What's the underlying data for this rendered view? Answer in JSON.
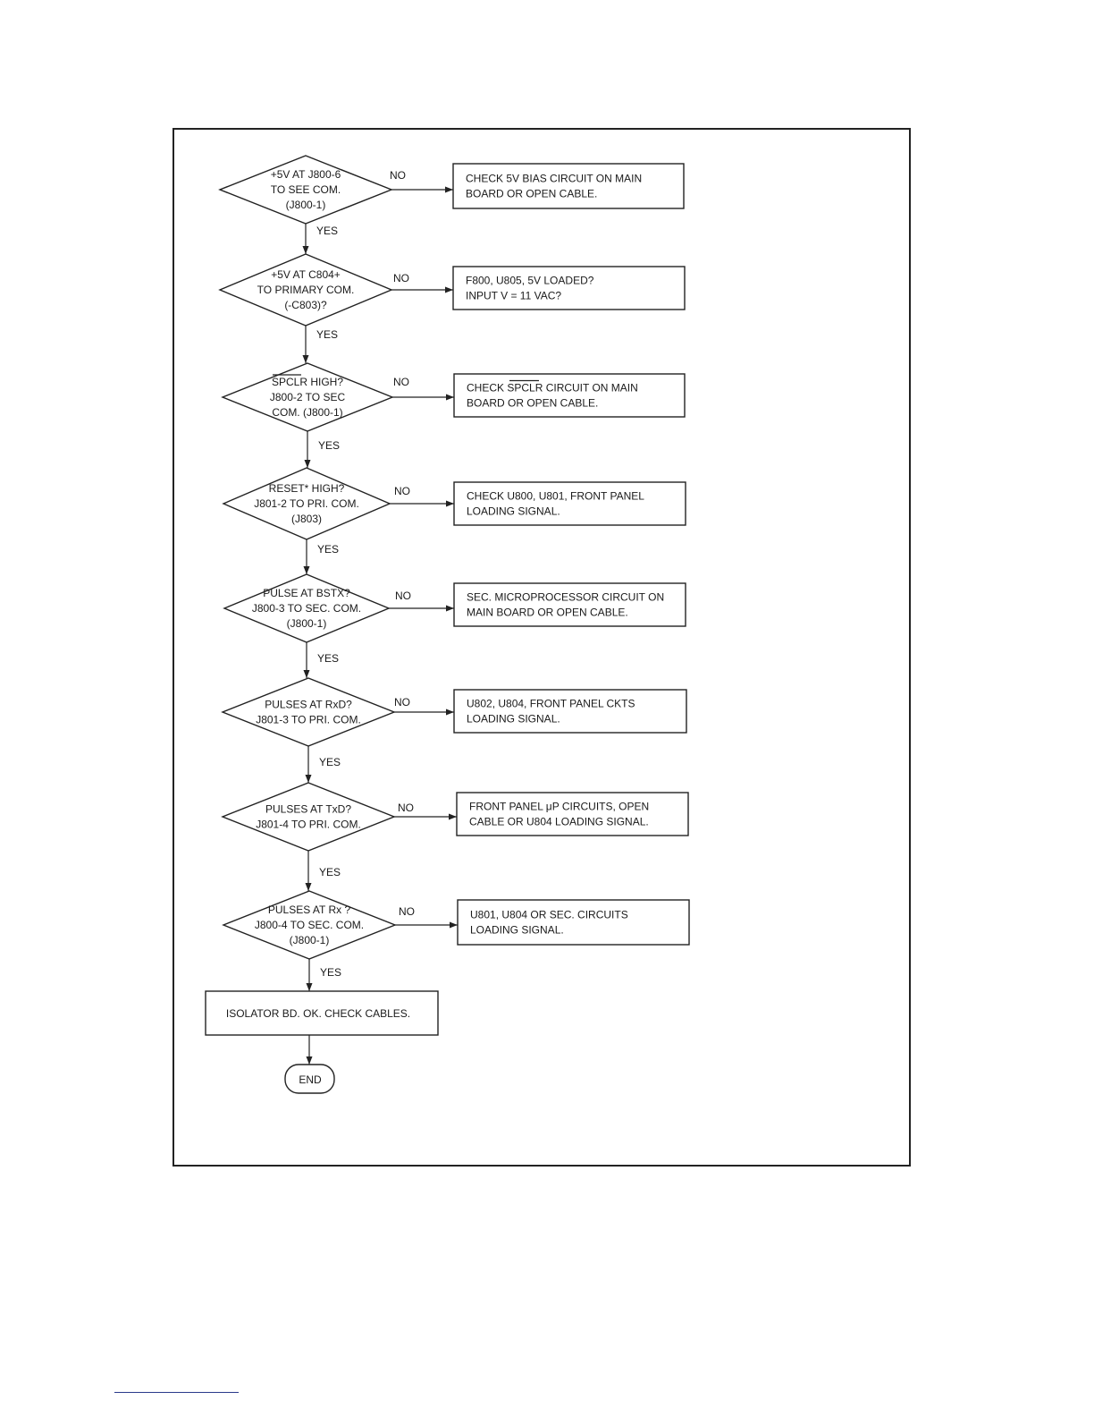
{
  "flowchart": {
    "decisions": [
      {
        "lines": [
          "+5V AT J800-6",
          "TO SEE COM.",
          "(J800-1)"
        ],
        "no_action": [
          "CHECK 5V BIAS CIRCUIT ON MAIN",
          "BOARD OR OPEN CABLE."
        ]
      },
      {
        "lines": [
          "+5V AT C804+",
          "TO PRIMARY COM.",
          "(-C803)?"
        ],
        "no_action": [
          "F800, U805, 5V LOADED?",
          "INPUT V = 11 VAC?"
        ]
      },
      {
        "lines": [
          "SPCLR HIGH?",
          "J800-2 TO SEC",
          "COM. (J800-1)"
        ],
        "no_action": [
          "CHECK SPCLR CIRCUIT ON MAIN",
          "BOARD OR OPEN CABLE."
        ]
      },
      {
        "lines": [
          "RESET* HIGH?",
          "J801-2 TO PRI. COM.",
          "(J803)"
        ],
        "no_action": [
          "CHECK U800, U801, FRONT PANEL",
          "LOADING SIGNAL."
        ]
      },
      {
        "lines": [
          "PULSE AT BSTX?",
          "J800-3 TO SEC. COM.",
          "(J800-1)"
        ],
        "no_action": [
          "SEC. MICROPROCESSOR CIRCUIT ON",
          "MAIN BOARD OR OPEN CABLE."
        ]
      },
      {
        "lines": [
          "PULSES AT RxD?",
          "J801-3 TO PRI. COM."
        ],
        "no_action": [
          "U802, U804, FRONT PANEL CKTS",
          "LOADING SIGNAL."
        ]
      },
      {
        "lines": [
          "PULSES AT TxD?",
          "J801-4 TO PRI. COM."
        ],
        "no_action": [
          "FRONT PANEL μP CIRCUITS, OPEN",
          "CABLE OR U804 LOADING SIGNAL."
        ]
      },
      {
        "lines": [
          "PULSES AT Rx ?",
          "J800-4 TO SEC. COM.",
          "(J800-1)"
        ],
        "no_action": [
          "U801, U804 OR SEC. CIRCUITS",
          "LOADING SIGNAL."
        ]
      }
    ],
    "no_label": "NO",
    "yes_label": "YES",
    "final_box": "ISOLATOR BD. OK. CHECK CABLES.",
    "end_label": "END"
  }
}
